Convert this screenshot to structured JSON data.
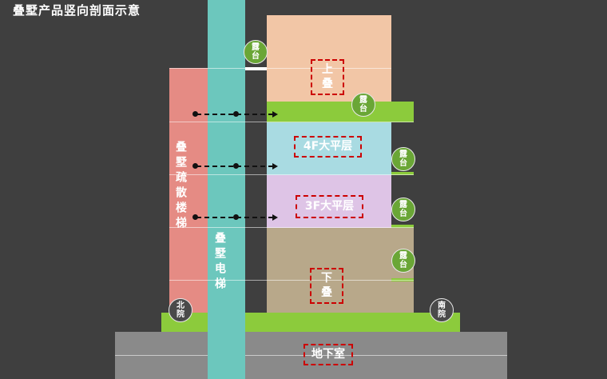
{
  "title": "叠墅产品竖向剖面示意",
  "labels": {
    "evac_stair": "叠墅疏散楼梯",
    "elevator": "叠墅电梯",
    "upper_duplex": "上\n叠",
    "floor_4f": "4F大平层",
    "floor_3f": "3F大平层",
    "lower_duplex": "下\n叠",
    "basement": "地下室"
  },
  "badges": {
    "terrace_1": "露\n台",
    "terrace_2": "露\n台",
    "terrace_3": "露\n台",
    "terrace_4": "露\n台",
    "terrace_5": "露\n台",
    "north_yard": "北\n院",
    "south_yard": "南\n院"
  },
  "colors": {
    "background": "#3f3f3f",
    "stair": "#e58b84",
    "elevator": "#6cc7bd",
    "upper": "#f2c6a6",
    "floor4": "#a9dbe2",
    "floor3": "#dec4e6",
    "lower": "#b8a88a",
    "green": "#8ccb3c",
    "basement": "#8a8a8a",
    "dash": "#cc0000"
  }
}
